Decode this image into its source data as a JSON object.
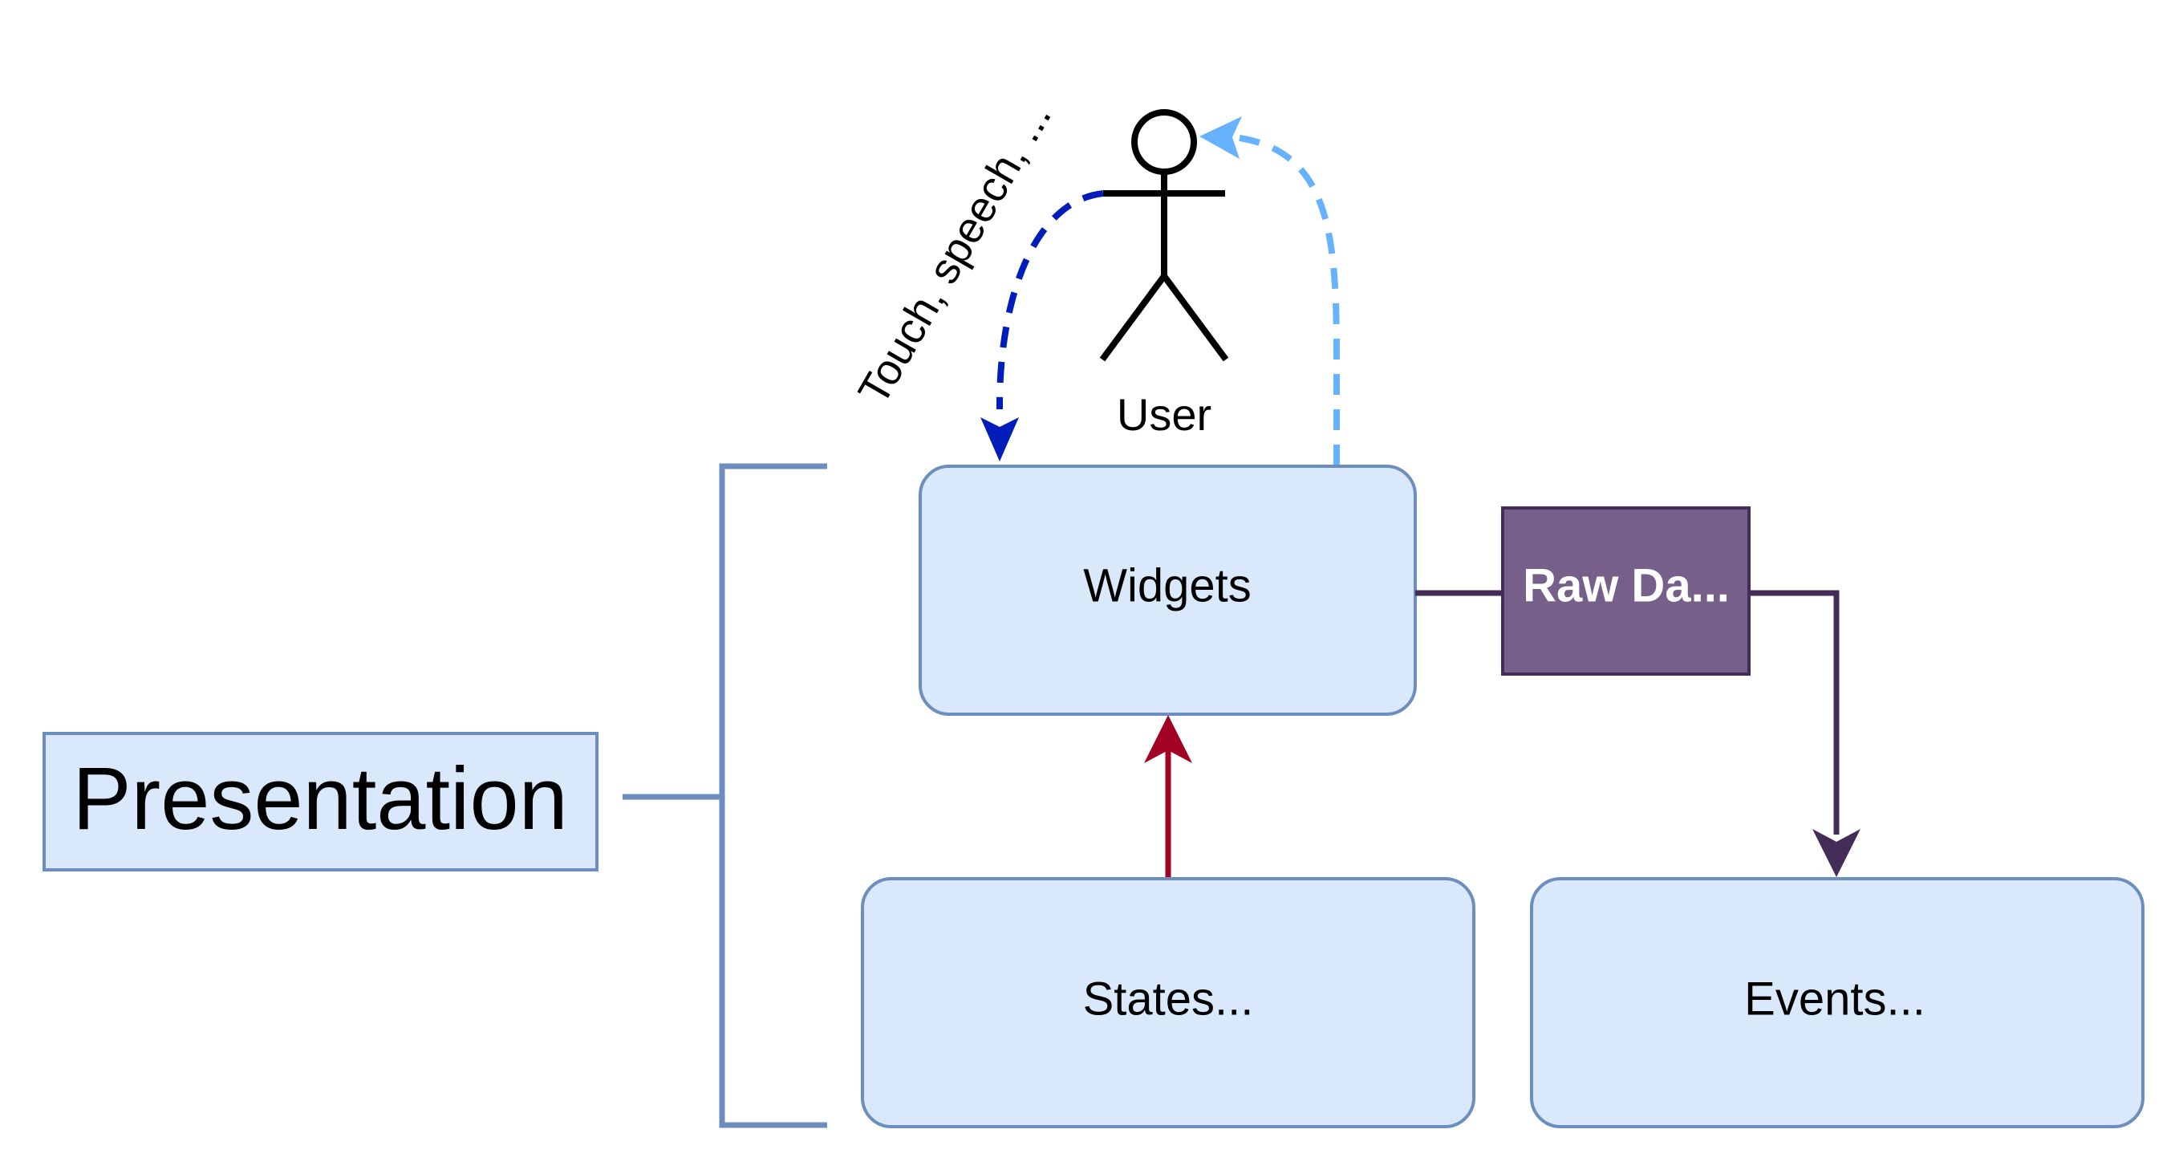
{
  "labels": {
    "actor": "User",
    "input_annotation": "Touch, speech, ...",
    "widgets": "Widgets",
    "raw_data": "Raw Da...",
    "states": "States...",
    "events": "Events...",
    "group": "Presentation"
  },
  "colors": {
    "box_fill": "#dae8fc",
    "box_stroke": "#6c8ebf",
    "raw_fill": "#76608a",
    "raw_stroke": "#432d57",
    "input_arrow": "#001dbc",
    "feedback_arrow": "#66b2ff",
    "state_arrow": "#a20025",
    "event_arrow": "#432d57",
    "bracket": "#6c8ebf"
  }
}
